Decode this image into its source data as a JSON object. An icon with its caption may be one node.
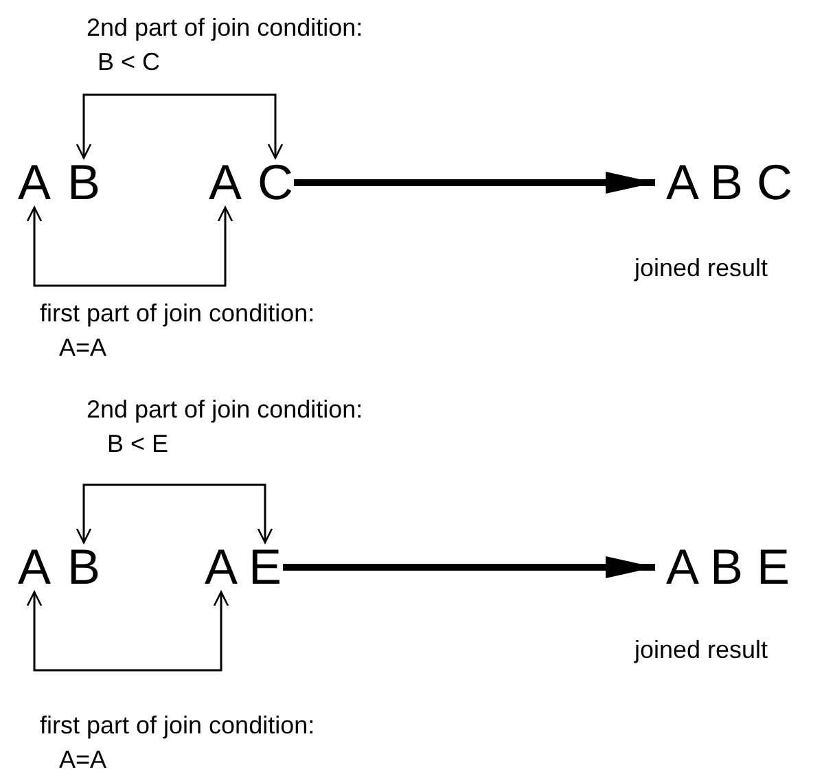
{
  "diagram": {
    "nodes": [
      {
        "text": [
          "A"
        ]
      },
      {
        "text": [
          "B"
        ]
      },
      {
        "text": [
          "A"
        ]
      },
      {
        "text": [
          "C"
        ]
      },
      {
        "text": [
          "A B C"
        ],
        "beside": [
          "joined result"
        ]
      },
      {
        "text": [
          "A"
        ]
      },
      {
        "text": [
          "B"
        ]
      },
      {
        "text": [
          "A"
        ]
      },
      {
        "text": [
          "E"
        ]
      },
      {
        "text": [
          "A B E"
        ],
        "beside": [
          "joined result"
        ]
      }
    ],
    "edges": [
      {
        "from": 1,
        "to": 3,
        "arrow": "both"
      },
      {
        "from": 0,
        "to": 2,
        "arrow": "both"
      },
      {
        "from": 3,
        "to": 4,
        "arrow": "to",
        "style": "thick"
      },
      {
        "from": 6,
        "to": 8,
        "arrow": "both"
      },
      {
        "from": 5,
        "to": 7,
        "arrow": "both"
      },
      {
        "from": 8,
        "to": 9,
        "arrow": "to",
        "style": "thick"
      }
    ],
    "labels": [
      "2nd part of join condition:",
      "B < C",
      "first part of join condition:",
      "A=A",
      "2nd part of join condition:",
      "B < E",
      "first part of join condition:",
      "A=A"
    ]
  }
}
